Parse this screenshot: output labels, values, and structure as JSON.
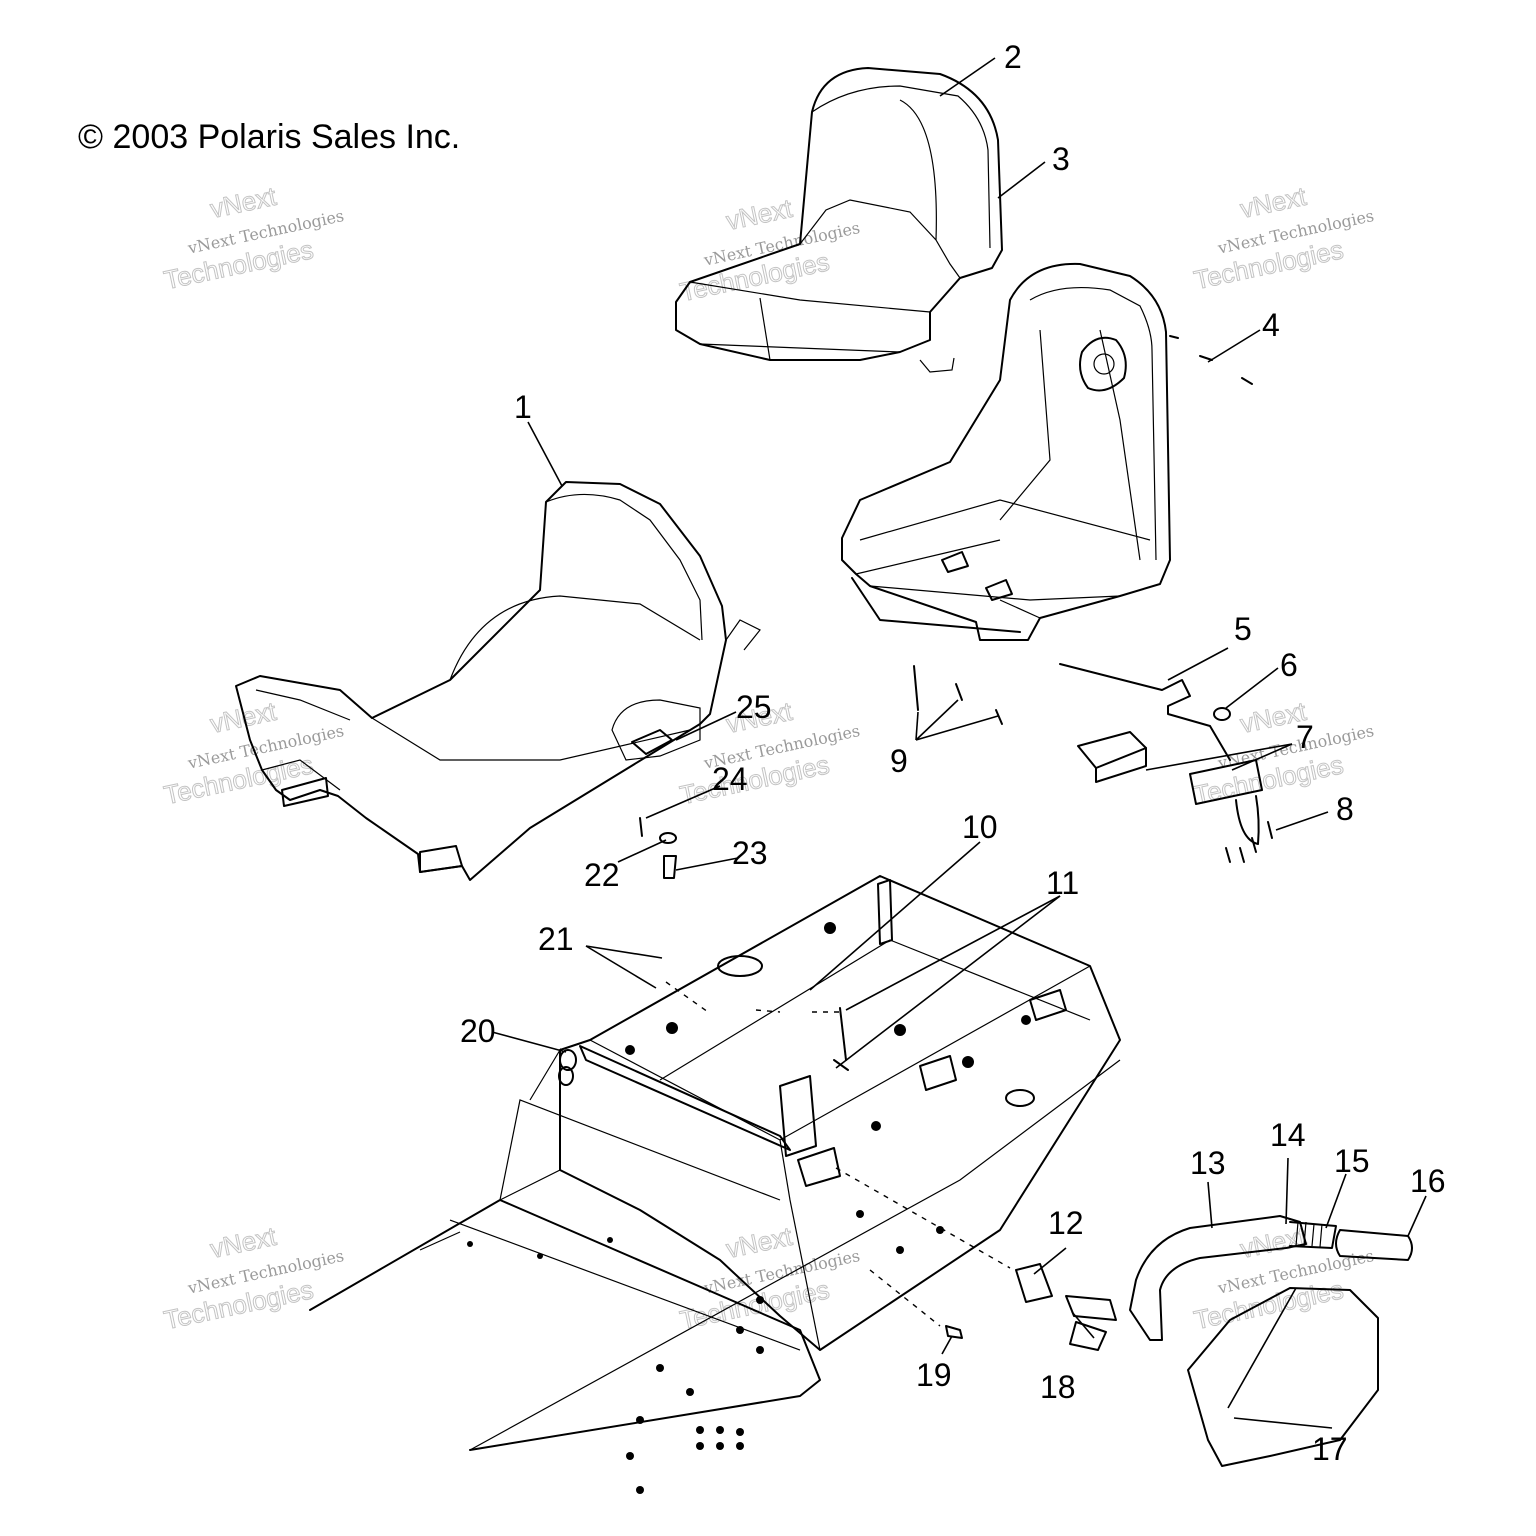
{
  "copyright": "© 2003 Polaris Sales Inc.",
  "watermark": {
    "line1": "vNext",
    "line2": "vNext Technologies",
    "line3": "Technologies"
  },
  "callouts": {
    "c1": "1",
    "c2": "2",
    "c3": "3",
    "c4": "4",
    "c5": "5",
    "c6": "6",
    "c7": "7",
    "c8": "8",
    "c9": "9",
    "c10": "10",
    "c11": "11",
    "c12": "12",
    "c13": "13",
    "c14": "14",
    "c15": "15",
    "c16": "16",
    "c17": "17",
    "c18": "18",
    "c19": "19",
    "c20": "20",
    "c21": "21",
    "c22": "22",
    "c23": "23",
    "c24": "24",
    "c25": "25"
  }
}
